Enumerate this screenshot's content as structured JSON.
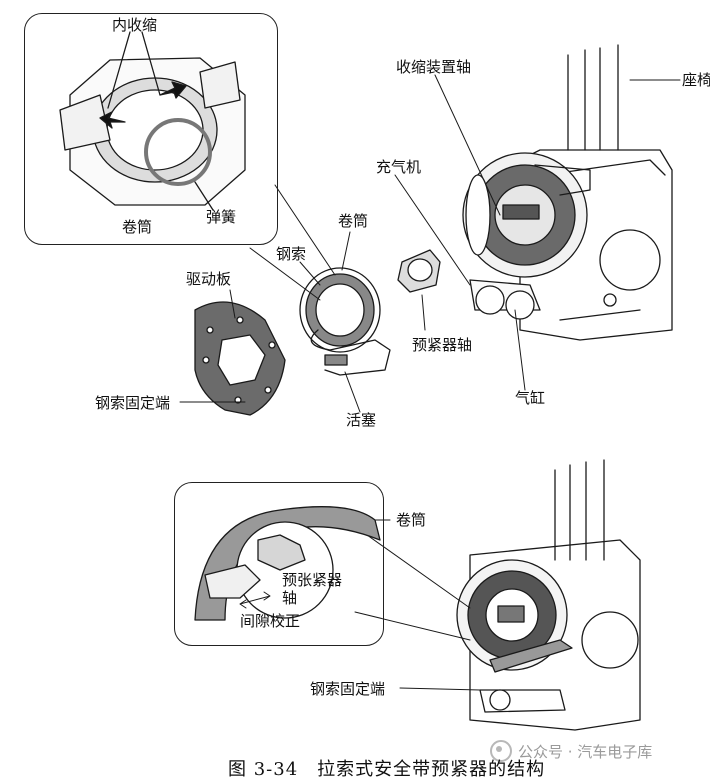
{
  "labels": {
    "inner_contraction": "内收缩",
    "spool_inset": "卷筒",
    "spring": "弹簧",
    "retractor_shaft": "收缩装置轴",
    "seat_frame": "座椅",
    "inflator": "充气机",
    "spool": "卷筒",
    "steel_cable": "钢索",
    "drive_plate": "驱动板",
    "pretensioner_shaft": "预紧器轴",
    "cable_fixed_end": "钢索固定端",
    "piston": "活塞",
    "cylinder": "气缸",
    "spool_bottom": "卷筒",
    "pretensioner_shaft_bottom_line1": "预张紧器",
    "pretensioner_shaft_bottom_line2": "轴",
    "gap_correction": "间隙校正",
    "cable_fixed_end_bottom": "钢索固定端"
  },
  "caption": "图 3-34　拉索式安全带预紧器的结构",
  "watermark": {
    "icon": "wechat-channel-icon",
    "text": "公众号 · 汽车电子库"
  }
}
